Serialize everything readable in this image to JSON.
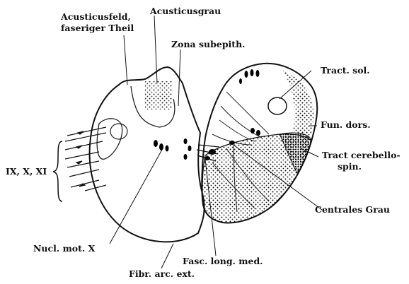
{
  "labels": {
    "acusticusfeld_1": "Acusticusfeld,",
    "acusticusfeld_2": "faseriger Theil",
    "acusticusgrau": "Acusticusgrau",
    "zona_subepith": "Zona subepith.",
    "tract_sol": "Tract. sol.",
    "fun_dors": "Fun. dors.",
    "tract_cereb_1": "Tract cerebello-",
    "tract_cereb_2": "spin.",
    "nerves": "IX, X, XI",
    "centrales_grau": "Centrales Grau",
    "nucl_mot": "Nucl. mot. X",
    "fasc_long": "Fasc. long. med.",
    "fibr_arc": "Fibr. arc. ext."
  }
}
